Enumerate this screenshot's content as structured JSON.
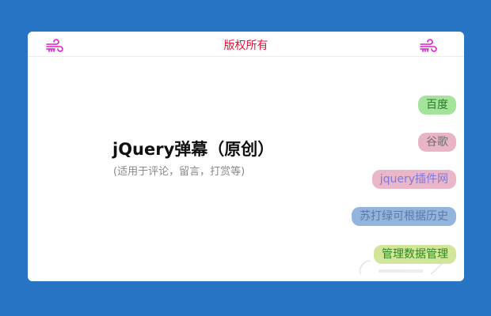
{
  "header": {
    "title": "版权所有",
    "left_icon": "wind-icon",
    "right_icon": "wind-icon",
    "icon_color": "#e01bd6",
    "title_color": "#e6163a"
  },
  "hero": {
    "title": "jQuery弹幕（原创）",
    "subtitle": "(适用于评论，留言，打赏等)"
  },
  "danmu": [
    {
      "label": "百度",
      "bg": "#a4e39a",
      "color": "#2a7a2a"
    },
    {
      "label": "谷歌",
      "bg": "#e9b5c6",
      "color": "#6f6f6f"
    },
    {
      "label": "jquery插件网",
      "bg": "#eab6c9",
      "color": "#7e79d8"
    },
    {
      "label": "苏打绿可根据历史",
      "bg": "#93b4dc",
      "color": "#5b7aa8"
    },
    {
      "label": "管理数据管理",
      "bg": "#d2e59a",
      "color": "#2c8a1e"
    }
  ],
  "theme": {
    "background": "#2773c4",
    "card": "#ffffff"
  }
}
